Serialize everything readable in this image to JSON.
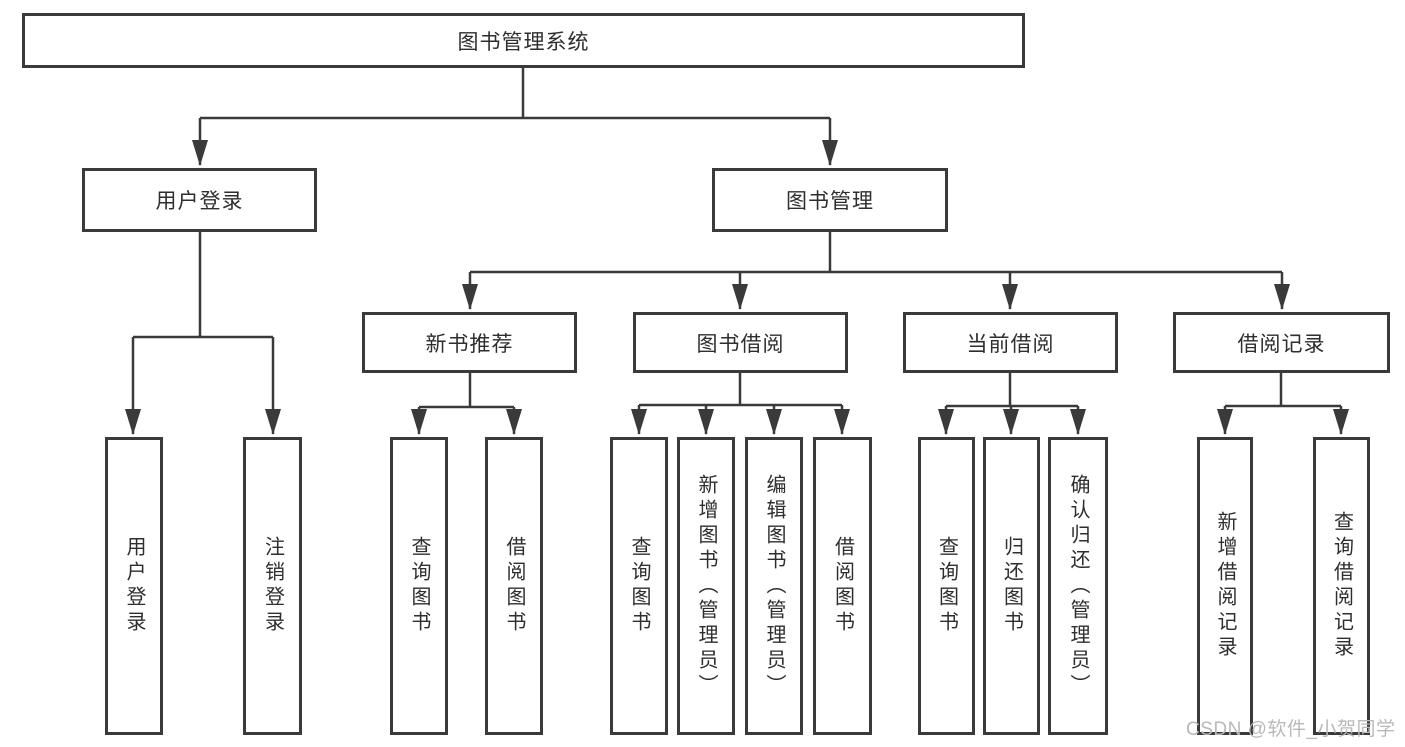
{
  "diagram": {
    "type": "hierarchy-tree",
    "direction": "top-down",
    "colors": {
      "background": "#ffffff",
      "line": "#3a3a3a",
      "box_border": "#3a3a3a",
      "text": "#2e2e2e",
      "watermark": "#b9b9b9"
    },
    "tree": {
      "root": {
        "label": "图书管理系统"
      },
      "branches": [
        {
          "label": "用户登录",
          "children": [
            {
              "label": "用户登录"
            },
            {
              "label": "注销登录"
            }
          ]
        },
        {
          "label": "图书管理",
          "children": [
            {
              "label": "新书推荐",
              "children": [
                {
                  "label": "查询图书"
                },
                {
                  "label": "借阅图书"
                }
              ]
            },
            {
              "label": "图书借阅",
              "children": [
                {
                  "label": "查询图书"
                },
                {
                  "label": "新增图书（管理员）"
                },
                {
                  "label": "编辑图书（管理员）"
                },
                {
                  "label": "借阅图书"
                }
              ]
            },
            {
              "label": "当前借阅",
              "children": [
                {
                  "label": "查询图书"
                },
                {
                  "label": "归还图书"
                },
                {
                  "label": "确认归还（管理员）"
                }
              ]
            },
            {
              "label": "借阅记录",
              "children": [
                {
                  "label": "新增借阅记录"
                },
                {
                  "label": "查询借阅记录"
                }
              ]
            }
          ]
        }
      ]
    },
    "watermark": {
      "text": "CSDN @软件_小贺同学"
    }
  }
}
